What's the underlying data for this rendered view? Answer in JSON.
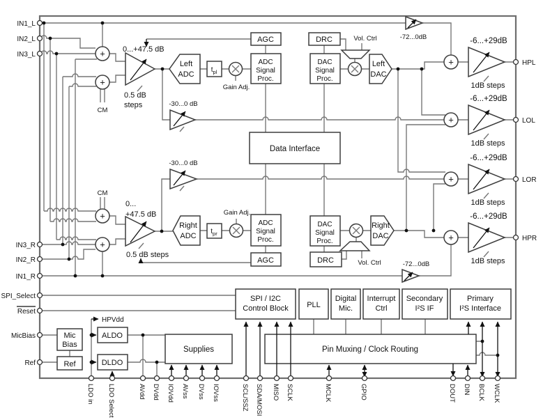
{
  "pins": {
    "left": [
      "IN1_L",
      "IN2_L",
      "IN3_L",
      "IN3_R",
      "IN2_R",
      "IN1_R",
      "SPI_Select",
      "Reset",
      "MicBias",
      "Ref"
    ],
    "bottom": [
      "LDO in",
      "LDO Select",
      "AVdd",
      "DVdd",
      "IOVdd",
      "AVss",
      "DVss",
      "IOVss",
      "SCL/SSZ",
      "SDA/MOSI",
      "MISO",
      "SCLK",
      "MCLK",
      "GPIO",
      "DOUT",
      "DIN",
      "BCLK",
      "WCLK"
    ],
    "right": [
      "HPL",
      "LOL",
      "LOR",
      "HPR"
    ]
  },
  "blocks": {
    "agc": "AGC",
    "drc": "DRC",
    "adc_sp": {
      "l1": "ADC",
      "l2": "Signal",
      "l3": "Proc."
    },
    "dac_sp": {
      "l1": "DAC",
      "l2": "Signal",
      "l3": "Proc."
    },
    "left_adc": {
      "l1": "Left",
      "l2": "ADC"
    },
    "right_adc": {
      "l1": "Right",
      "l2": "ADC"
    },
    "left_dac": {
      "l1": "Left",
      "l2": "DAC"
    },
    "right_dac": {
      "l1": "Right",
      "l2": "DAC"
    },
    "data_interface": "Data Interface",
    "spi_i2c": {
      "l1": "SPI / I2C",
      "l2": "Control Block"
    },
    "pll": "PLL",
    "digital_mic": {
      "l1": "Digital",
      "l2": "Mic."
    },
    "interrupt_ctrl": {
      "l1": "Interrupt",
      "l2": "Ctrl"
    },
    "secondary_i2s": {
      "l1": "Secondary",
      "l2": "I²S IF"
    },
    "primary_i2s": {
      "l1": "Primary",
      "l2": "I²S Interface"
    },
    "pin_muxing": "Pin Muxing / Clock Routing",
    "supplies": "Supplies",
    "mic_bias": {
      "l1": "Mic",
      "l2": "Bias"
    },
    "ref": "Ref",
    "aldo": "ALDO",
    "dldo": "DLDO"
  },
  "labels": {
    "pga_gain_1line": "0...+47.5 dB",
    "pga_gain_l1": "0...",
    "pga_gain_l2": "+47.5 dB",
    "pga_steps_l1": "0.5 dB",
    "pga_steps_l2": "steps",
    "pga_steps_1line": "0.5 dB steps",
    "bypass_gain": "-30...0 dB",
    "out_gain": "-6...+29dB",
    "out_steps": "1dB steps",
    "hp_bypass_gain": "-72...0dB",
    "gain_adj": "Gain Adj.",
    "vol_ctrl": "Vol. Ctrl",
    "cm": "CM",
    "hpvdd": "HPVdd",
    "t_pl": {
      "base": "t",
      "sub": "pl"
    },
    "t_pr": {
      "base": "t",
      "sub": "pr"
    },
    "plus": "+"
  }
}
